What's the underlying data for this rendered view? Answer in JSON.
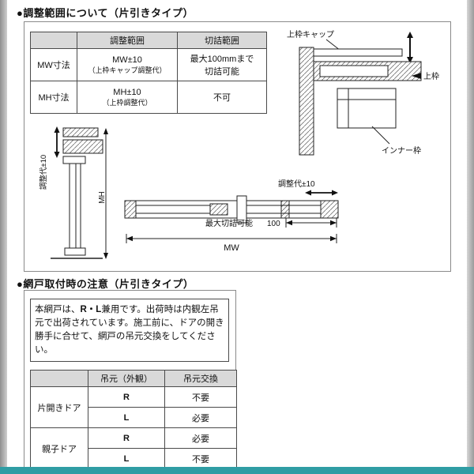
{
  "sections": {
    "adjust": {
      "title": "●調整範囲について（片引きタイプ）"
    },
    "screen": {
      "title": "●網戸取付時の注意（片引きタイプ）"
    }
  },
  "adjust_table": {
    "headers": [
      "",
      "調整範囲",
      "切詰範囲"
    ],
    "rows": [
      {
        "label": "MW寸法",
        "adjust": "MW±10",
        "adjust_note": "（上枠キャップ調整代）",
        "cut": "最大100mmまで\n切詰可能"
      },
      {
        "label": "MH寸法",
        "adjust": "MH±10",
        "adjust_note": "（上枠調整代）",
        "cut": "不可"
      }
    ]
  },
  "diagram1": {
    "cap": "上枠キャップ",
    "frame": "上枠",
    "inner": "インナー枠"
  },
  "diagram2": {
    "adjust": "調整代±10",
    "mh": "MH"
  },
  "diagram3": {
    "adjust": "調整代±10",
    "maxcut": "最大切詰可能",
    "maxcut_value": "100",
    "mw": "MW"
  },
  "screen_note": {
    "part1": "本網戸は、",
    "bold": "R・L",
    "part2": "兼用です。出荷時は内観左吊元で出荷されています。施工前に、ドアの開き勝手に合せて、網戸の吊元交換をしてください。"
  },
  "hinge_table": {
    "headers": [
      "",
      "吊元（外観）",
      "吊元交換"
    ],
    "groups": [
      {
        "label": "片開きドア",
        "rows": [
          {
            "hinge": "R",
            "swap": "不要"
          },
          {
            "hinge": "L",
            "swap": "必要"
          }
        ]
      },
      {
        "label": "親子ドア",
        "rows": [
          {
            "hinge": "R",
            "swap": "必要"
          },
          {
            "hinge": "L",
            "swap": "不要"
          }
        ]
      }
    ]
  }
}
